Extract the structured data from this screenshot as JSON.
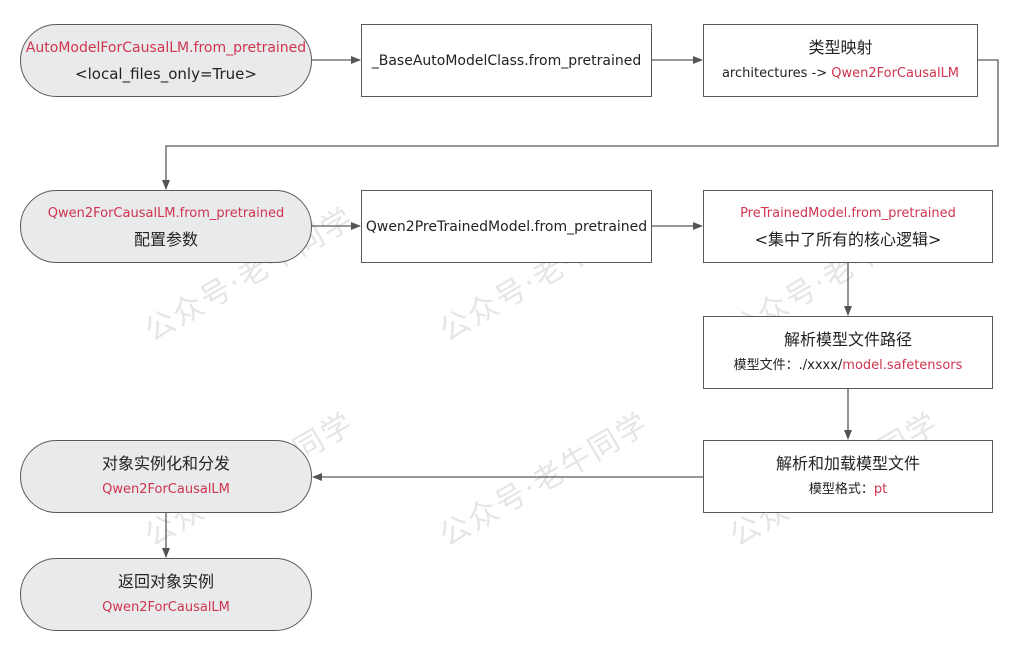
{
  "nodes": {
    "automodel": {
      "line1": "AutoModelForCausalLM.from_pretrained",
      "line2": "<local_files_only=True>"
    },
    "base_auto": {
      "line1": "_BaseAutoModelClass.from_pretrained"
    },
    "type_map": {
      "title": "类型映射",
      "prefix": "architectures -> ",
      "value": "Qwen2ForCausalLM"
    },
    "qwen2_causal": {
      "line1": "Qwen2ForCausalLM.from_pretrained",
      "line2": "配置参数"
    },
    "qwen2_pretrained": {
      "line1": "Qwen2PreTrainedModel.from_pretrained"
    },
    "pretrained_model": {
      "line1": "PreTrainedModel.from_pretrained",
      "line2": "<集中了所有的核心逻辑>"
    },
    "parse_path": {
      "title": "解析模型文件路径",
      "prefix": "模型文件：./xxxx/",
      "value": "model.safetensors"
    },
    "parse_load": {
      "title": "解析和加载模型文件",
      "prefix": "模型格式：",
      "value": "pt"
    },
    "instantiate": {
      "title": "对象实例化和分发",
      "value": "Qwen2ForCausalLM"
    },
    "return_obj": {
      "title": "返回对象实例",
      "value": "Qwen2ForCausalLM"
    }
  },
  "watermark": "公众号·老牛同学",
  "colors": {
    "accent_red": "#d0344f",
    "pill_fill": "#e9eaeb",
    "stroke": "#5a5a5a"
  }
}
